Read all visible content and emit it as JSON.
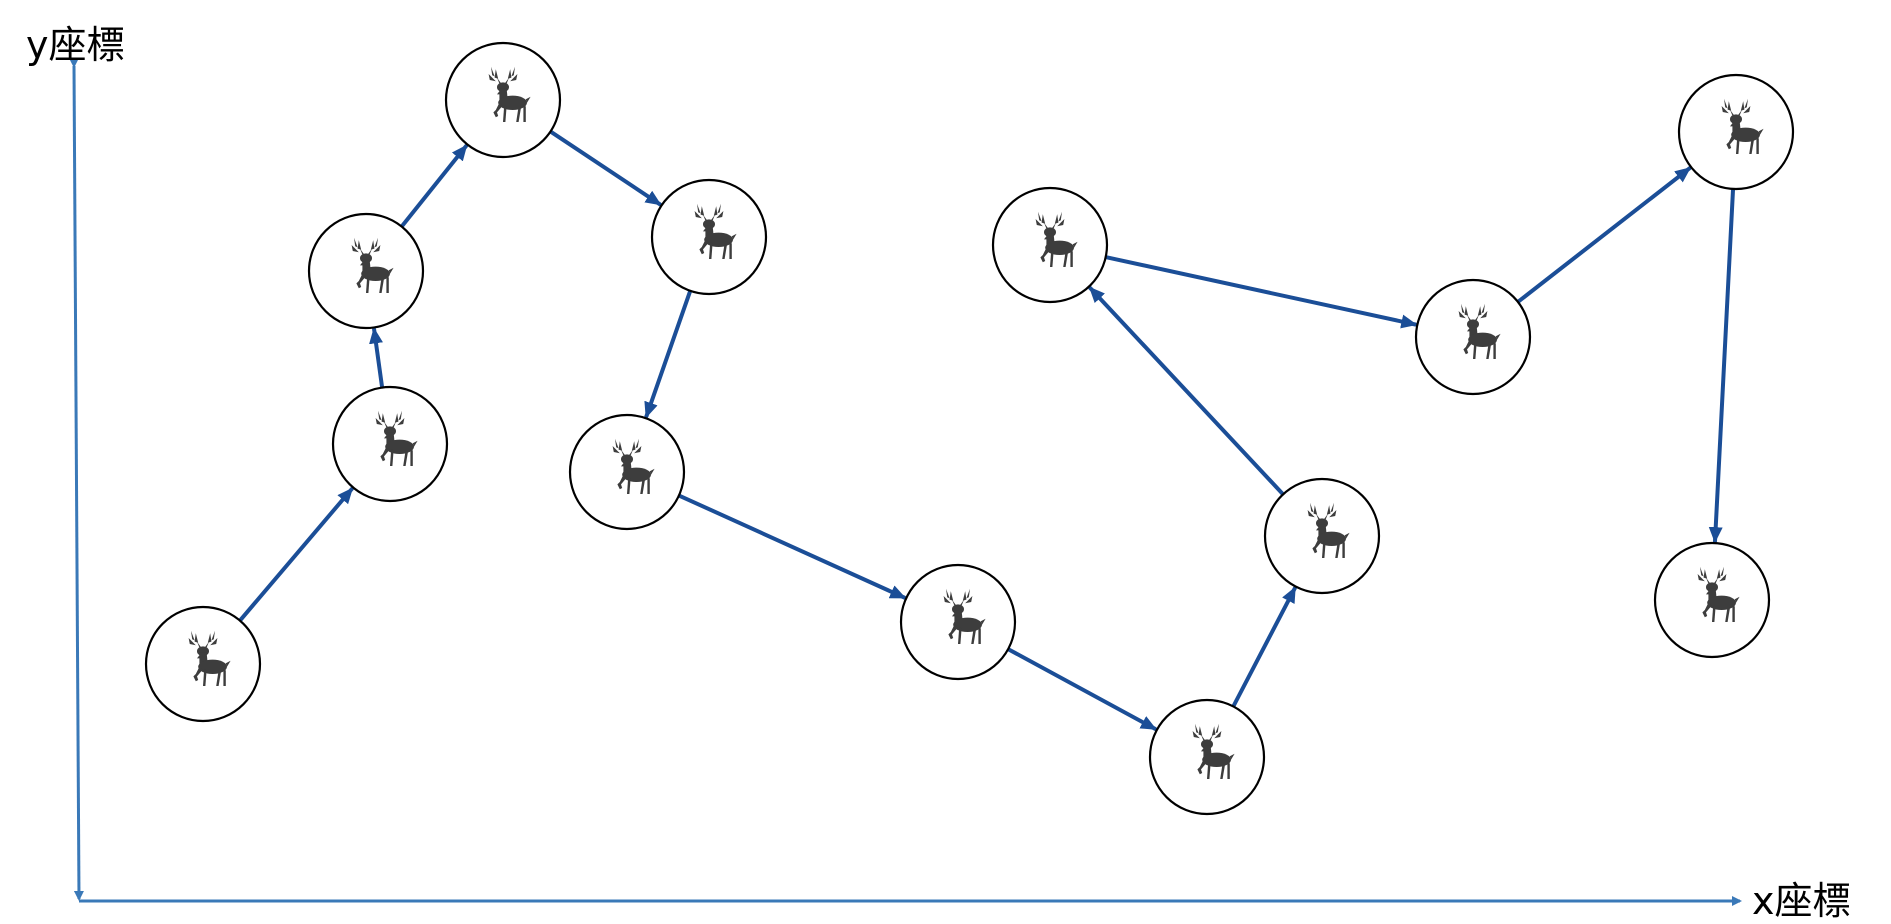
{
  "axes": {
    "y_label": "y座標",
    "x_label": "x座標",
    "color": "#3a79b8"
  },
  "colors": {
    "edge": "#1b4e97",
    "node_stroke": "#000000",
    "node_fill": "#ffffff",
    "icon": "#3d3d3d"
  },
  "node_icon": "deer-icon",
  "nodes": [
    {
      "id": "n1"
    },
    {
      "id": "n2"
    },
    {
      "id": "n3"
    },
    {
      "id": "n4"
    },
    {
      "id": "n5"
    },
    {
      "id": "n6"
    },
    {
      "id": "n7"
    },
    {
      "id": "n8"
    },
    {
      "id": "n9"
    },
    {
      "id": "n10"
    },
    {
      "id": "n11"
    },
    {
      "id": "n12"
    },
    {
      "id": "n13"
    },
    {
      "id": "n14"
    }
  ],
  "edges": [
    {
      "from": "n1",
      "to": "n2"
    },
    {
      "from": "n2",
      "to": "n3"
    },
    {
      "from": "n3",
      "to": "n4"
    },
    {
      "from": "n4",
      "to": "n5"
    },
    {
      "from": "n5",
      "to": "n6"
    },
    {
      "from": "n6",
      "to": "n7"
    },
    {
      "from": "n7",
      "to": "n8"
    },
    {
      "from": "n8",
      "to": "n9"
    },
    {
      "from": "n9",
      "to": "n10"
    },
    {
      "from": "n10",
      "to": "n11"
    },
    {
      "from": "n11",
      "to": "n12"
    },
    {
      "from": "n12",
      "to": "n13"
    },
    {
      "from": "n13",
      "to": "n14"
    }
  ]
}
